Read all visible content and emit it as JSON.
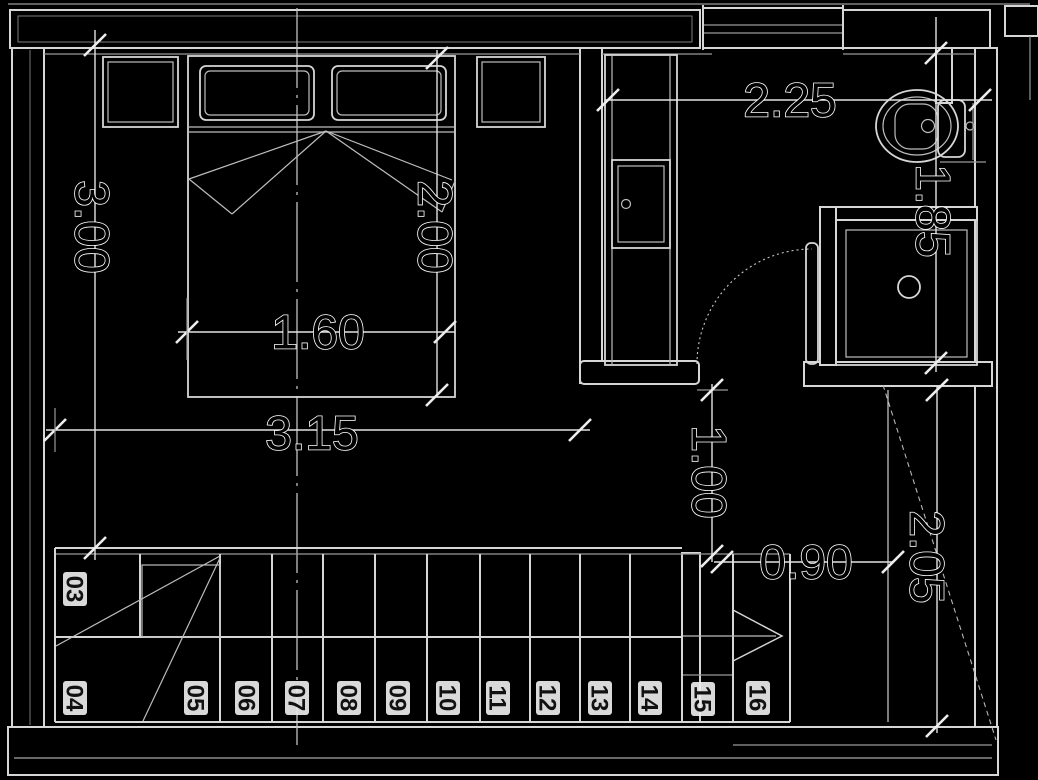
{
  "dimensions": {
    "hall_width": "2.25",
    "bath_length": "1.85",
    "room_length": "3.00",
    "bed_length": "2.00",
    "bed_width": "1.60",
    "room_width": "3.15",
    "landing_width": "1.00",
    "passage_width": "0.90",
    "hall_length": "2.05"
  },
  "stairs": {
    "steps": [
      "03",
      "04",
      "05",
      "06",
      "07",
      "08",
      "09",
      "10",
      "11",
      "12",
      "13",
      "14",
      "15",
      "16"
    ]
  },
  "colors": {
    "background": "#000000",
    "line": "#d6d6d6",
    "dim_text_fill": "#000000",
    "dim_text_halo": "#ffffff",
    "step_label_bg": "#ececec",
    "step_label_text": "#111111"
  }
}
